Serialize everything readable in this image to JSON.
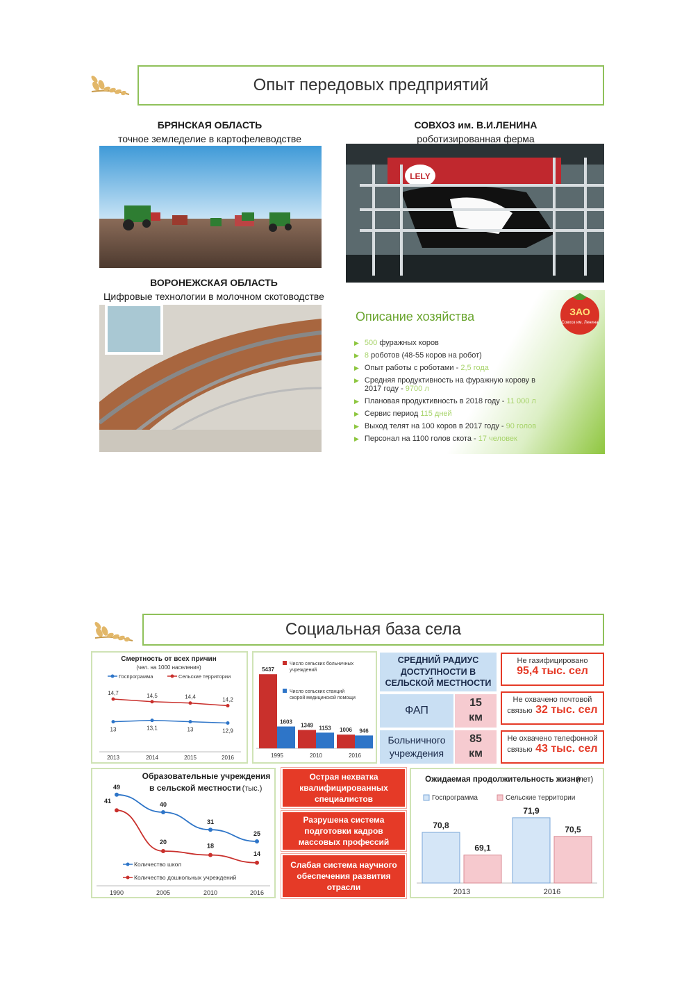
{
  "slide1": {
    "title": "Опыт передовых предприятий",
    "bryansk": {
      "heading": "БРЯНСКАЯ ОБЛАСТЬ",
      "subtitle": "точное земледелие в картофелеводстве"
    },
    "sovkhoz": {
      "heading": "СОВХОЗ им. В.И.ЛЕНИНА",
      "subtitle": "роботизированная ферма",
      "brand": "LELY"
    },
    "voronezh": {
      "heading": "ВОРОНЕЖСКАЯ ОБЛАСТЬ",
      "subtitle": "Цифровые технологии в молочном скотоводстве"
    },
    "farm": {
      "heading": "Описание хозяйства",
      "logo_top": "ЗАО",
      "logo_bottom": "Совхоз им. Ленина",
      "items": [
        {
          "hl": "500",
          "text": " фуражных коров",
          "suffix": ""
        },
        {
          "hl": "8",
          "text": " роботов (48-55 коров на робот)",
          "suffix": ""
        },
        {
          "hl": "",
          "text": "Опыт работы с роботами - ",
          "suffix": "2,5 года"
        },
        {
          "hl": "",
          "text": "Средняя продуктивность на фуражную корову в 2017 году - ",
          "suffix": "9700 л"
        },
        {
          "hl": "",
          "text": "Плановая продуктивность в 2018 году - ",
          "suffix": "11 000 л"
        },
        {
          "hl": "",
          "text": "Сервис период ",
          "suffix": "115 дней"
        },
        {
          "hl": "",
          "text": "Выход телят на 100 коров в 2017 году - ",
          "suffix": "90 голов"
        },
        {
          "hl": "",
          "text": "Персонал на 1100 голов скота - ",
          "suffix": "17 человек"
        }
      ]
    }
  },
  "slide2": {
    "title": "Социальная база села",
    "mortality": {
      "title": "Смертность от всех причин",
      "subtitle": "(чел. на 1000 населения)",
      "chart_data": {
        "type": "line",
        "categories": [
          "2013",
          "2014",
          "2015",
          "2016"
        ],
        "series": [
          {
            "name": "Госпрограмма",
            "values": [
              13,
              13.1,
              13,
              12.9
            ],
            "labels": [
              "13",
              "13,1",
              "13",
              "12,9"
            ],
            "color": "#2e75c8"
          },
          {
            "name": "Сельские территории",
            "values": [
              14.7,
              14.5,
              14.4,
              14.2
            ],
            "labels": [
              "14,7",
              "14,5",
              "14,4",
              "14,2"
            ],
            "color": "#c9302c"
          }
        ]
      }
    },
    "hospitals": {
      "legend_red": "Число сельских больничных учреждений",
      "legend_blue": "Число сельских станций скорой медицинской помощи",
      "chart_data": {
        "type": "bar",
        "categories": [
          "1995",
          "2010",
          "2016"
        ],
        "series": [
          {
            "name": "Число сельских больничных учреждений",
            "values": [
              5437,
              1349,
              1006
            ],
            "labels": [
              "5437",
              "1349",
              "1006"
            ],
            "color": "#c9302c"
          },
          {
            "name": "Число сельских станций скорой медицинской помощи",
            "values": [
              1603,
              1153,
              946
            ],
            "labels": [
              "1603",
              "1153",
              "946"
            ],
            "color": "#2e75c8"
          }
        ]
      }
    },
    "radius": {
      "header": "СРЕДНИЙ РАДИУС ДОСТУПНОСТИ В СЕЛЬСКОЙ МЕСТНОСТИ",
      "rows": [
        {
          "label": "ФАП",
          "value": "15",
          "unit": "км"
        },
        {
          "label": "Больничного учреждения",
          "value": "85",
          "unit": "км"
        }
      ]
    },
    "stats": [
      {
        "text": "Не газифицировано",
        "value": "95,4 тыс. сел"
      },
      {
        "text": "Не охвачено почтовой",
        "text2": "связью",
        "value": "32 тыс. сел"
      },
      {
        "text": "Не охвачено телефонной",
        "text2": "связью",
        "value": "43 тыс. сел"
      }
    ],
    "education": {
      "title": "Образовательные учреждения",
      "title2": "в сельской местности",
      "unit": "(тыс.)",
      "chart_data": {
        "type": "line",
        "categories": [
          "1990",
          "2005",
          "2010",
          "2016"
        ],
        "series": [
          {
            "name": "Количество школ",
            "values": [
              49,
              40,
              31,
              25
            ],
            "color": "#2e75c8"
          },
          {
            "name": "Количество дошкольных учреждений",
            "values": [
              41,
              20,
              18,
              14
            ],
            "color": "#c9302c"
          }
        ]
      }
    },
    "problems": [
      "Острая нехватка квалифицированных специалистов",
      "Разрушена система подготовки кадров массовых профессий",
      "Слабая система научного обеспечения развития отрасли"
    ],
    "life": {
      "title": "Ожидаемая продолжительность жизни",
      "unit": "(лет)",
      "chart_data": {
        "type": "bar",
        "categories": [
          "2013",
          "2016"
        ],
        "series": [
          {
            "name": "Госпрограмма",
            "values": [
              70.8,
              71.9
            ],
            "labels": [
              "70,8",
              "71,9"
            ],
            "color": "#d5e6f7"
          },
          {
            "name": "Сельские территории",
            "values": [
              69.1,
              70.5
            ],
            "labels": [
              "69,1",
              "70,5"
            ],
            "color": "#f6c9ce"
          }
        ]
      }
    }
  }
}
